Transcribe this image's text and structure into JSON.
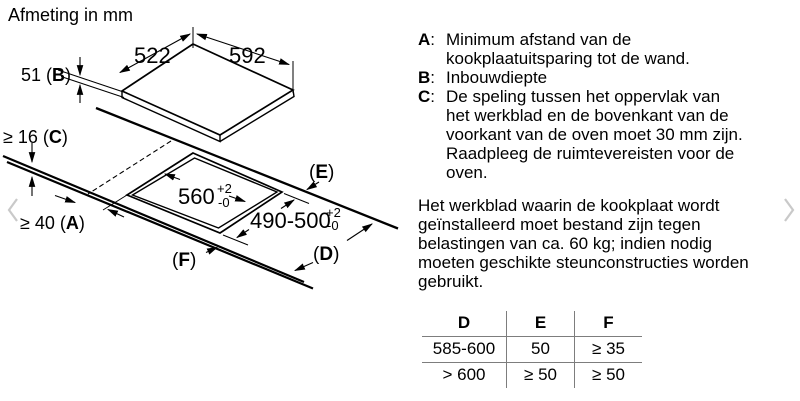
{
  "title": "Afmeting in mm",
  "diagram": {
    "width_left": "522",
    "width_right": "592",
    "height_b": {
      "pre": "51 (",
      "letter": "B",
      "post": ")"
    },
    "clearance_c": {
      "pre": "≥ 16 (",
      "letter": "C",
      "post": ")"
    },
    "clearance_a": {
      "pre": "≥ 40 (",
      "letter": "A",
      "post": ")"
    },
    "cutout_width": {
      "value": "560",
      "tol_plus": "+2",
      "tol_minus": "-0"
    },
    "cutout_depth": {
      "value": "490-500",
      "tol_plus": "+2",
      "tol_minus": "-0"
    },
    "label_e": {
      "pre": "(",
      "letter": "E",
      "post": ")"
    },
    "label_d": {
      "pre": "(",
      "letter": "D",
      "post": ")"
    },
    "label_f": {
      "pre": "(",
      "letter": "F",
      "post": ")"
    }
  },
  "legend": {
    "sep": ":",
    "items": [
      {
        "label": "A",
        "lines": [
          "Minimum afstand van de",
          "kookplaatuitsparing tot de wand."
        ]
      },
      {
        "label": "B",
        "lines": [
          "Inbouwdiepte"
        ]
      },
      {
        "label": "C",
        "lines": [
          "De speling tussen het oppervlak van",
          "het werkblad en de bovenkant van de",
          "voorkant van de oven moet 30 mm zijn.",
          "Raadpleeg de ruimtevereisten voor de",
          "oven."
        ]
      }
    ]
  },
  "paragraph": {
    "lines": [
      "Het werkblad waarin de kookplaat wordt",
      "geïnstalleerd moet bestand zijn tegen",
      "belastingen van ca. 60 kg; indien nodig",
      "moeten geschikte steunconstructies worden",
      "gebruikt."
    ]
  },
  "table": {
    "headers": [
      "D",
      "E",
      "F"
    ],
    "rows": [
      [
        "585-600",
        "50",
        "≥ 35"
      ],
      [
        "> 600",
        "≥ 50",
        "≥ 50"
      ]
    ]
  },
  "icons": {
    "prev": "chevron-left-icon",
    "next": "chevron-right-icon"
  },
  "colors": {
    "text": "#000000",
    "line": "#000000",
    "table_rule": "#7d7d7d",
    "chevron": "#c9c9c9",
    "background": "#ffffff"
  }
}
